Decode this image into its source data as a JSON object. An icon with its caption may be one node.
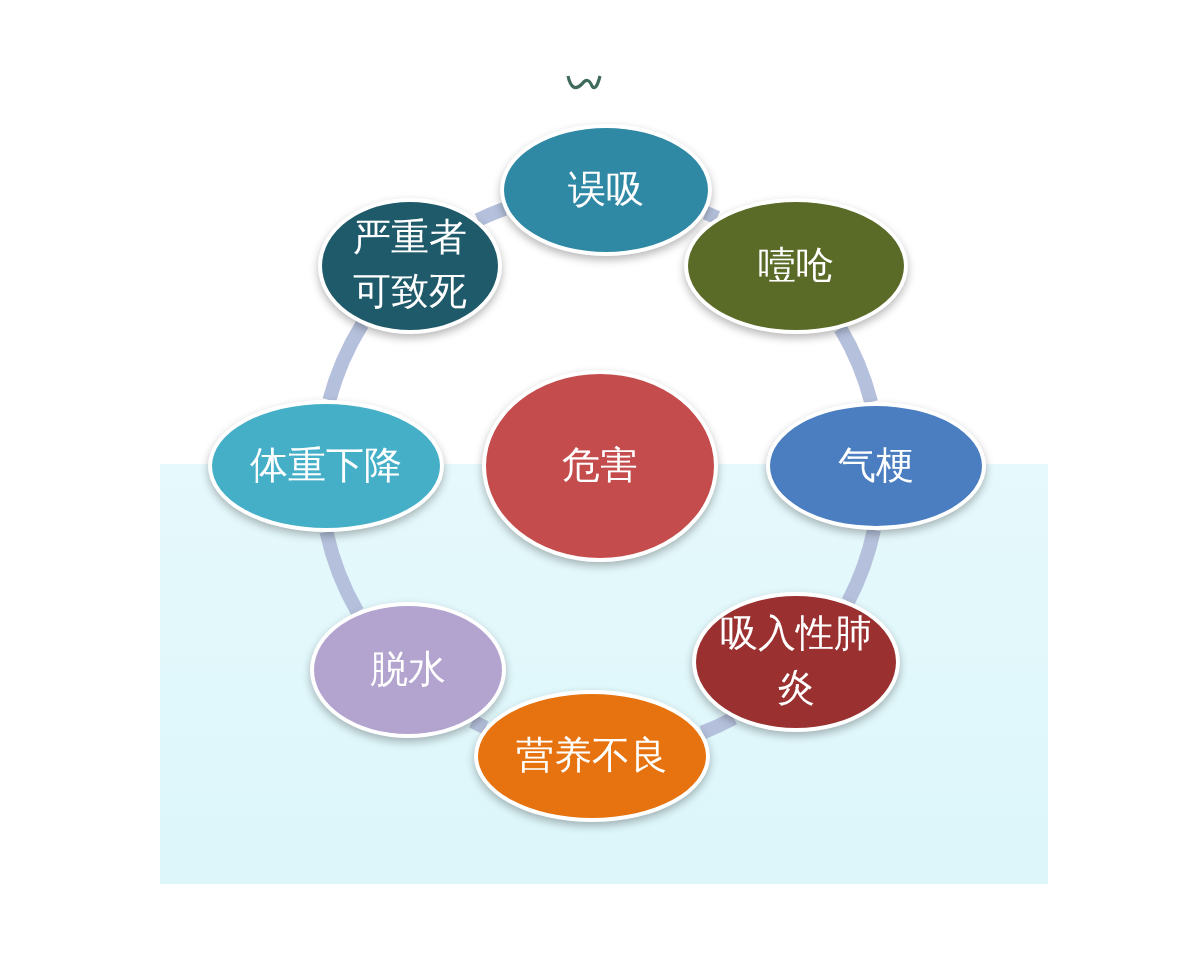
{
  "diagram": {
    "nodes": [
      {
        "text": [
          "危害"
        ]
      },
      {
        "text": [
          "误吸"
        ]
      },
      {
        "text": [
          "噎呛"
        ]
      },
      {
        "text": [
          "气梗"
        ]
      },
      {
        "text": [
          "吸入性肺炎"
        ]
      },
      {
        "text": [
          "营养不良"
        ]
      },
      {
        "text": [
          "脱水"
        ]
      },
      {
        "text": [
          "体重下降"
        ]
      },
      {
        "text": [
          "严重者可致死"
        ]
      }
    ],
    "edges": [
      {
        "from": 1,
        "to": 2,
        "arrow": "none"
      },
      {
        "from": 2,
        "to": 3,
        "arrow": "none"
      },
      {
        "from": 3,
        "to": 4,
        "arrow": "none"
      },
      {
        "from": 4,
        "to": 5,
        "arrow": "none"
      },
      {
        "from": 5,
        "to": 6,
        "arrow": "none"
      },
      {
        "from": 6,
        "to": 7,
        "arrow": "none"
      },
      {
        "from": 7,
        "to": 8,
        "arrow": "none"
      },
      {
        "from": 8,
        "to": 1,
        "arrow": "none"
      }
    ]
  }
}
